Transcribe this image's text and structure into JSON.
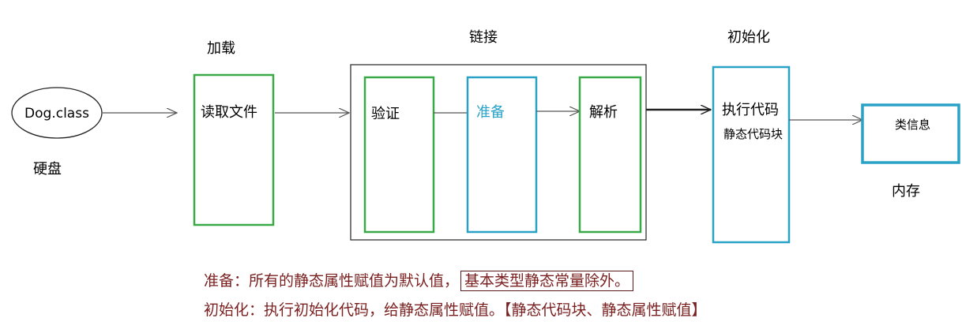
{
  "disk": {
    "file": "Dog.class",
    "label": "硬盘"
  },
  "stages": {
    "load": {
      "title": "加载",
      "box": "读取文件"
    },
    "link": {
      "title": "链接",
      "verify": "验证",
      "prepare": "准备",
      "resolve": "解析"
    },
    "init": {
      "title": "初始化",
      "box_line1": "执行代码",
      "box_line2": "静态代码块"
    }
  },
  "memory": {
    "box": "类信息",
    "label": "内存"
  },
  "notes": {
    "prepare_label": "准备：",
    "prepare_text": "所有的静态属性赋值为默认值，",
    "prepare_boxed": "基本类型静态常量除外。",
    "init_label": "初始化：",
    "init_text": "执行初始化代码，给静态属性赋值。",
    "init_bracket": "【静态代码块、静态属性赋值】"
  },
  "colors": {
    "green": "#3aaa48",
    "blue": "#29a2c6",
    "arrow": "#555555",
    "note_text": "#7a1f1f"
  }
}
